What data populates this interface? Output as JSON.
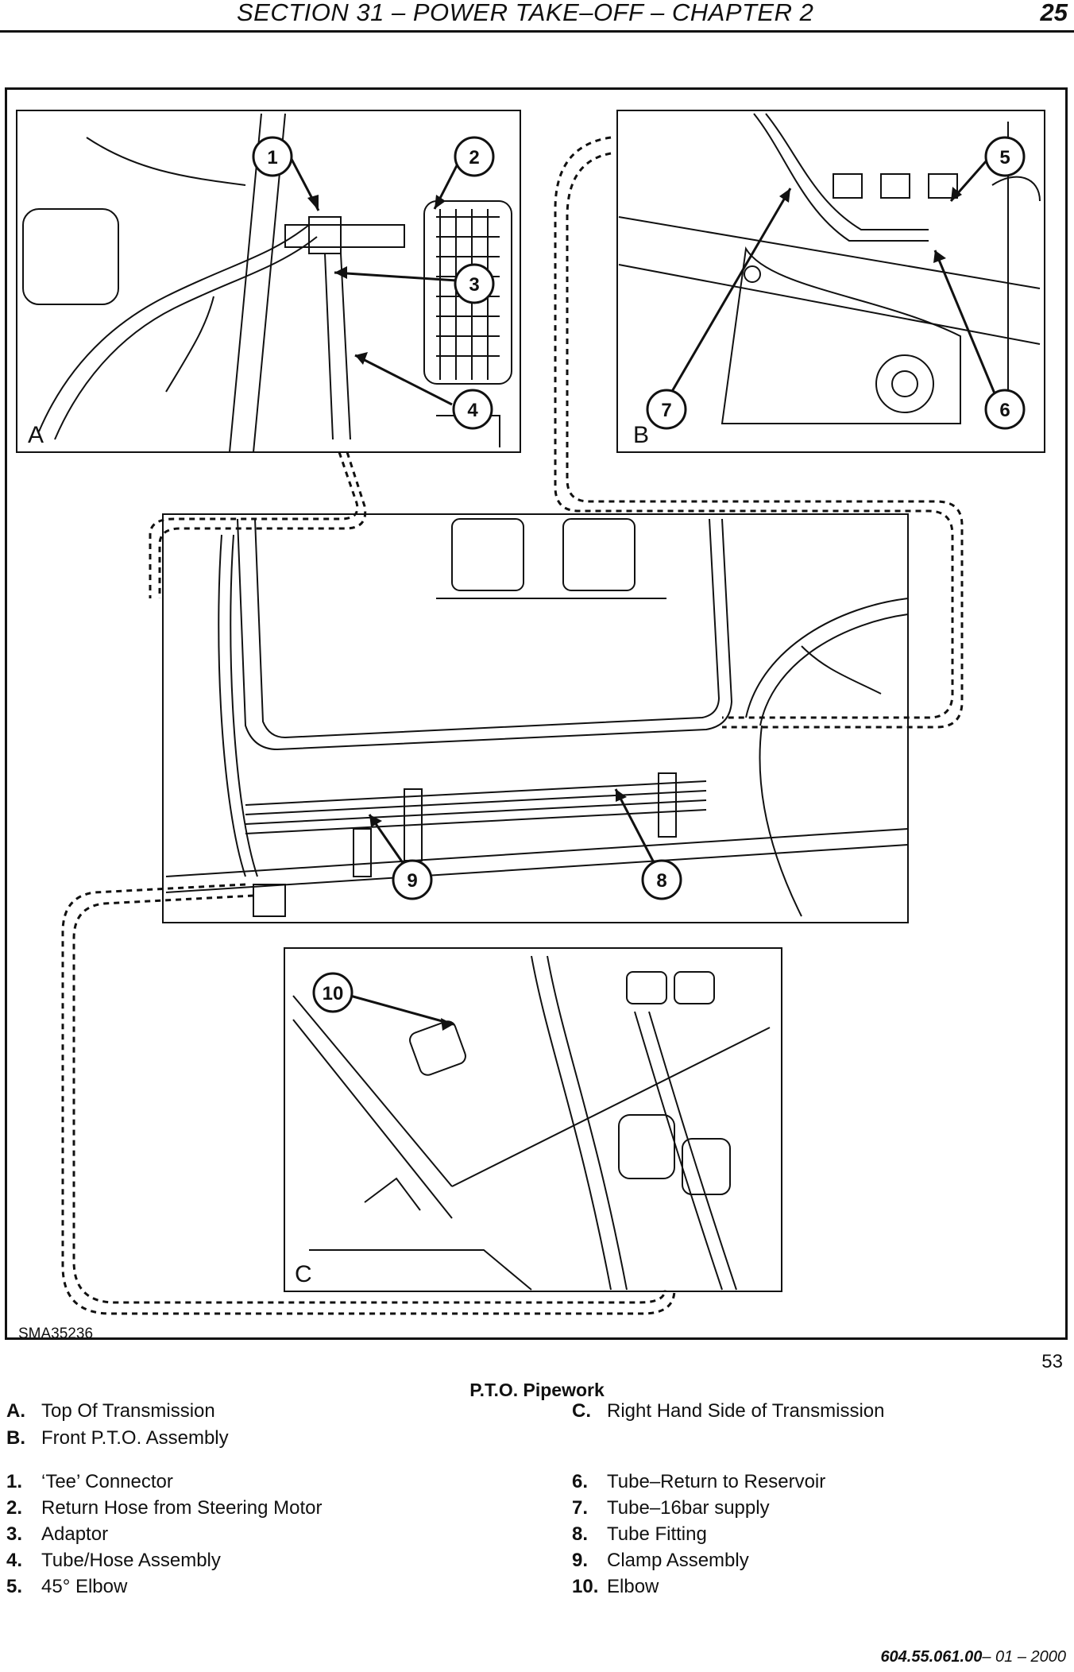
{
  "header": {
    "title": "SECTION 31 – POWER TAKE–OFF – CHAPTER 2",
    "page": "25"
  },
  "figure": {
    "panels": {
      "a": "A",
      "b": "B",
      "c": "C"
    },
    "code": "SMA35236",
    "callouts": [
      "1",
      "2",
      "3",
      "4",
      "5",
      "6",
      "7",
      "8",
      "9",
      "10"
    ],
    "number": "53",
    "caption": "P.T.O. Pipework"
  },
  "legend": {
    "panels": [
      {
        "key": "A.",
        "text": "Top Of Transmission"
      },
      {
        "key": "B.",
        "text": "Front P.T.O. Assembly"
      },
      {
        "key": "C.",
        "text": "Right Hand Side of Transmission"
      }
    ],
    "items": [
      {
        "key": "1.",
        "text": "‘Tee’ Connector"
      },
      {
        "key": "2.",
        "text": "Return Hose from Steering Motor"
      },
      {
        "key": "3.",
        "text": "Adaptor"
      },
      {
        "key": "4.",
        "text": "Tube/Hose Assembly"
      },
      {
        "key": "5.",
        "text": "45°  Elbow"
      },
      {
        "key": "6.",
        "text": "Tube–Return to Reservoir"
      },
      {
        "key": "7.",
        "text": "Tube–16bar supply"
      },
      {
        "key": "8.",
        "text": "Tube Fitting"
      },
      {
        "key": "9.",
        "text": "Clamp Assembly"
      },
      {
        "key": "10.",
        "text": "Elbow"
      }
    ]
  },
  "footer": {
    "docnum": "604.55.061.00",
    "date": "– 01 – 2000"
  }
}
